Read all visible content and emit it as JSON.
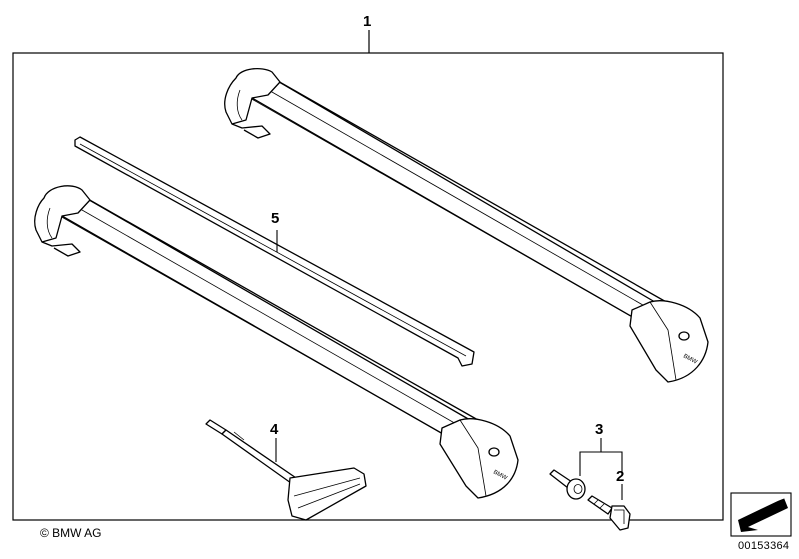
{
  "callouts": {
    "c1": "1",
    "c2": "2",
    "c3": "3",
    "c4": "4",
    "c5": "5"
  },
  "bar_logo": "BMW",
  "copyright": "© BMW AG",
  "part_number": "00153364",
  "colors": {
    "line": "#000000",
    "bar_fill": "#ffffff",
    "shade": "#b8b8b8"
  }
}
